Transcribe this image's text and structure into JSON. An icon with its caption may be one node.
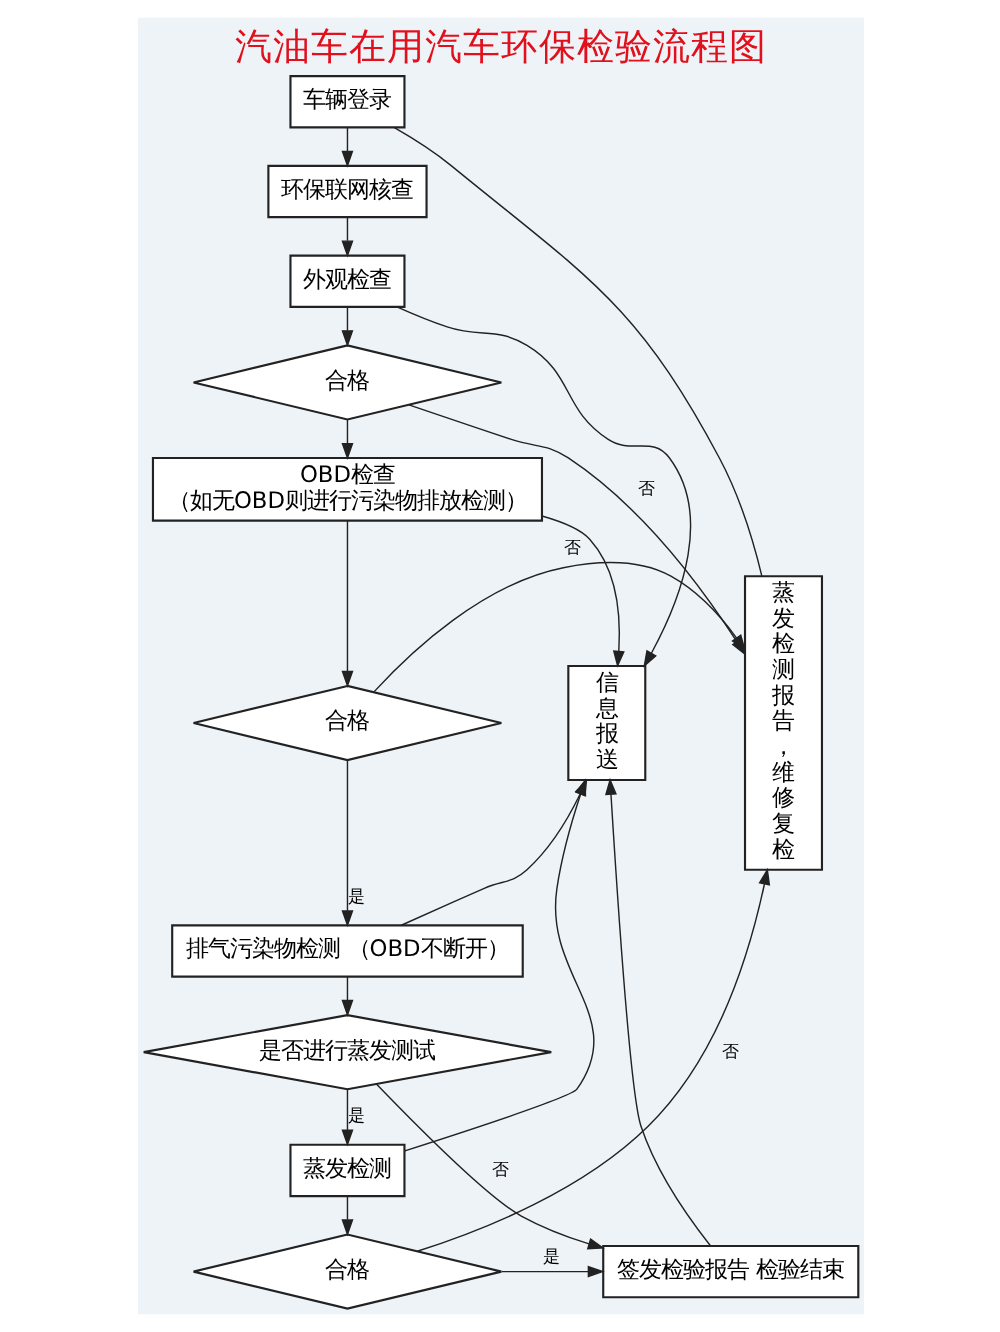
{
  "diagram": {
    "title": "汽油车在用汽车环保检验流程图",
    "nodes": [
      {
        "text": [
          "车辆登录"
        ]
      },
      {
        "text": [
          "环保联网核查"
        ]
      },
      {
        "text": [
          "外观检查"
        ]
      },
      {
        "text": [
          "合格"
        ]
      },
      {
        "text": [
          "OBD检查",
          "（如无OBD则进行污染物排放检测）"
        ]
      },
      {
        "text": [
          "合格"
        ]
      },
      {
        "text": [
          "排气污染物检测 （OBD不断开）"
        ]
      },
      {
        "text": [
          "是否进行蒸发测试"
        ]
      },
      {
        "text": [
          "蒸发检测"
        ]
      },
      {
        "text": [
          "合格"
        ]
      },
      {
        "text": [
          "蒸发检测报告，维修复检"
        ]
      },
      {
        "text": [
          "信息报送"
        ]
      },
      {
        "text": [
          "签发检验报告 检验结束"
        ]
      }
    ],
    "edges": [
      {
        "from": 0,
        "to": 1,
        "arrow": "to"
      },
      {
        "from": 1,
        "to": 2,
        "arrow": "to"
      },
      {
        "from": 2,
        "to": 3,
        "arrow": "to"
      },
      {
        "from": 3,
        "to": 4,
        "arrow": "to"
      },
      {
        "from": 4,
        "to": 5,
        "arrow": "to"
      },
      {
        "from": 5,
        "to": 6,
        "arrow": "to",
        "label": "是"
      },
      {
        "from": 6,
        "to": 7,
        "arrow": "to"
      },
      {
        "from": 7,
        "to": 8,
        "arrow": "to",
        "label": "是"
      },
      {
        "from": 8,
        "to": 9,
        "arrow": "to"
      },
      {
        "from": 9,
        "to": 12,
        "arrow": "to",
        "label": "是"
      },
      {
        "from": 3,
        "to": 10,
        "arrow": "to",
        "label": "否"
      },
      {
        "from": 5,
        "to": 10,
        "arrow": "to",
        "label": "否"
      },
      {
        "from": 9,
        "to": 10,
        "arrow": "to",
        "label": "否"
      },
      {
        "from": 10,
        "to": 0,
        "arrow": "none"
      },
      {
        "from": 2,
        "to": 11,
        "arrow": "to"
      },
      {
        "from": 4,
        "to": 11,
        "arrow": "to"
      },
      {
        "from": 6,
        "to": 11,
        "arrow": "to"
      },
      {
        "from": 7,
        "to": 12,
        "arrow": "to",
        "label": "否"
      },
      {
        "from": 8,
        "to": 11,
        "arrow": "to"
      },
      {
        "from": 12,
        "to": 11,
        "arrow": "to"
      }
    ]
  }
}
